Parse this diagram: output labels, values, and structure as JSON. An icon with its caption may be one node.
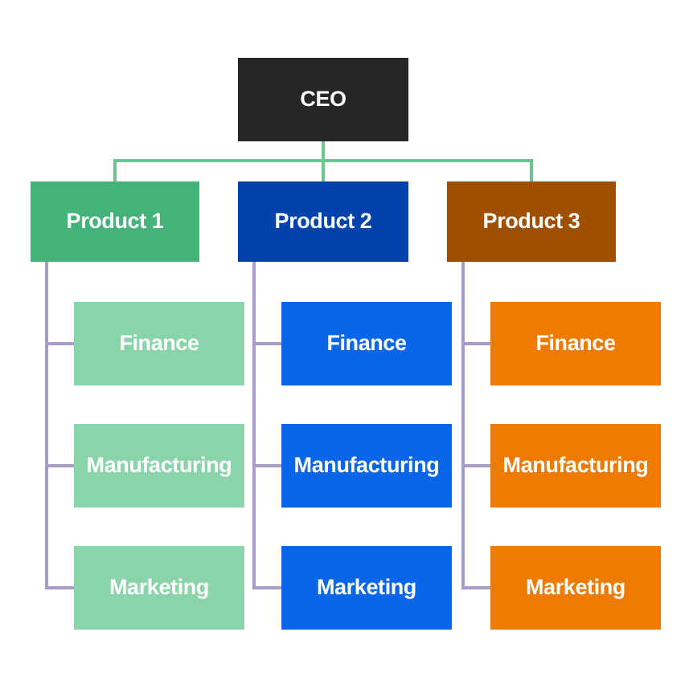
{
  "diagram": {
    "nodes": [
      {
        "text": [
          "CEO"
        ]
      },
      {
        "text": [
          "Product 1"
        ]
      },
      {
        "text": [
          "Product 2"
        ]
      },
      {
        "text": [
          "Product 3"
        ]
      },
      {
        "text": [
          "Finance"
        ]
      },
      {
        "text": [
          "Manufacturing"
        ]
      },
      {
        "text": [
          "Marketing"
        ]
      },
      {
        "text": [
          "Finance"
        ]
      },
      {
        "text": [
          "Manufacturing"
        ]
      },
      {
        "text": [
          "Marketing"
        ]
      },
      {
        "text": [
          "Finance"
        ]
      },
      {
        "text": [
          "Manufacturing"
        ]
      },
      {
        "text": [
          "Marketing"
        ]
      }
    ],
    "edges": [
      {
        "from": 0,
        "to": 1,
        "arrow": "none",
        "color": "#6cc48e"
      },
      {
        "from": 0,
        "to": 2,
        "arrow": "none",
        "color": "#6cc48e"
      },
      {
        "from": 0,
        "to": 3,
        "arrow": "none",
        "color": "#6cc48e"
      },
      {
        "from": 1,
        "to": 4,
        "arrow": "none"
      },
      {
        "from": 1,
        "to": 5,
        "arrow": "none"
      },
      {
        "from": 1,
        "to": 6,
        "arrow": "none"
      },
      {
        "from": 2,
        "to": 7,
        "arrow": "none"
      },
      {
        "from": 2,
        "to": 8,
        "arrow": "none"
      },
      {
        "from": 2,
        "to": 9,
        "arrow": "none"
      },
      {
        "from": 3,
        "to": 10,
        "arrow": "none"
      },
      {
        "from": 3,
        "to": 11,
        "arrow": "none"
      },
      {
        "from": 3,
        "to": 12,
        "arrow": "none"
      }
    ]
  }
}
